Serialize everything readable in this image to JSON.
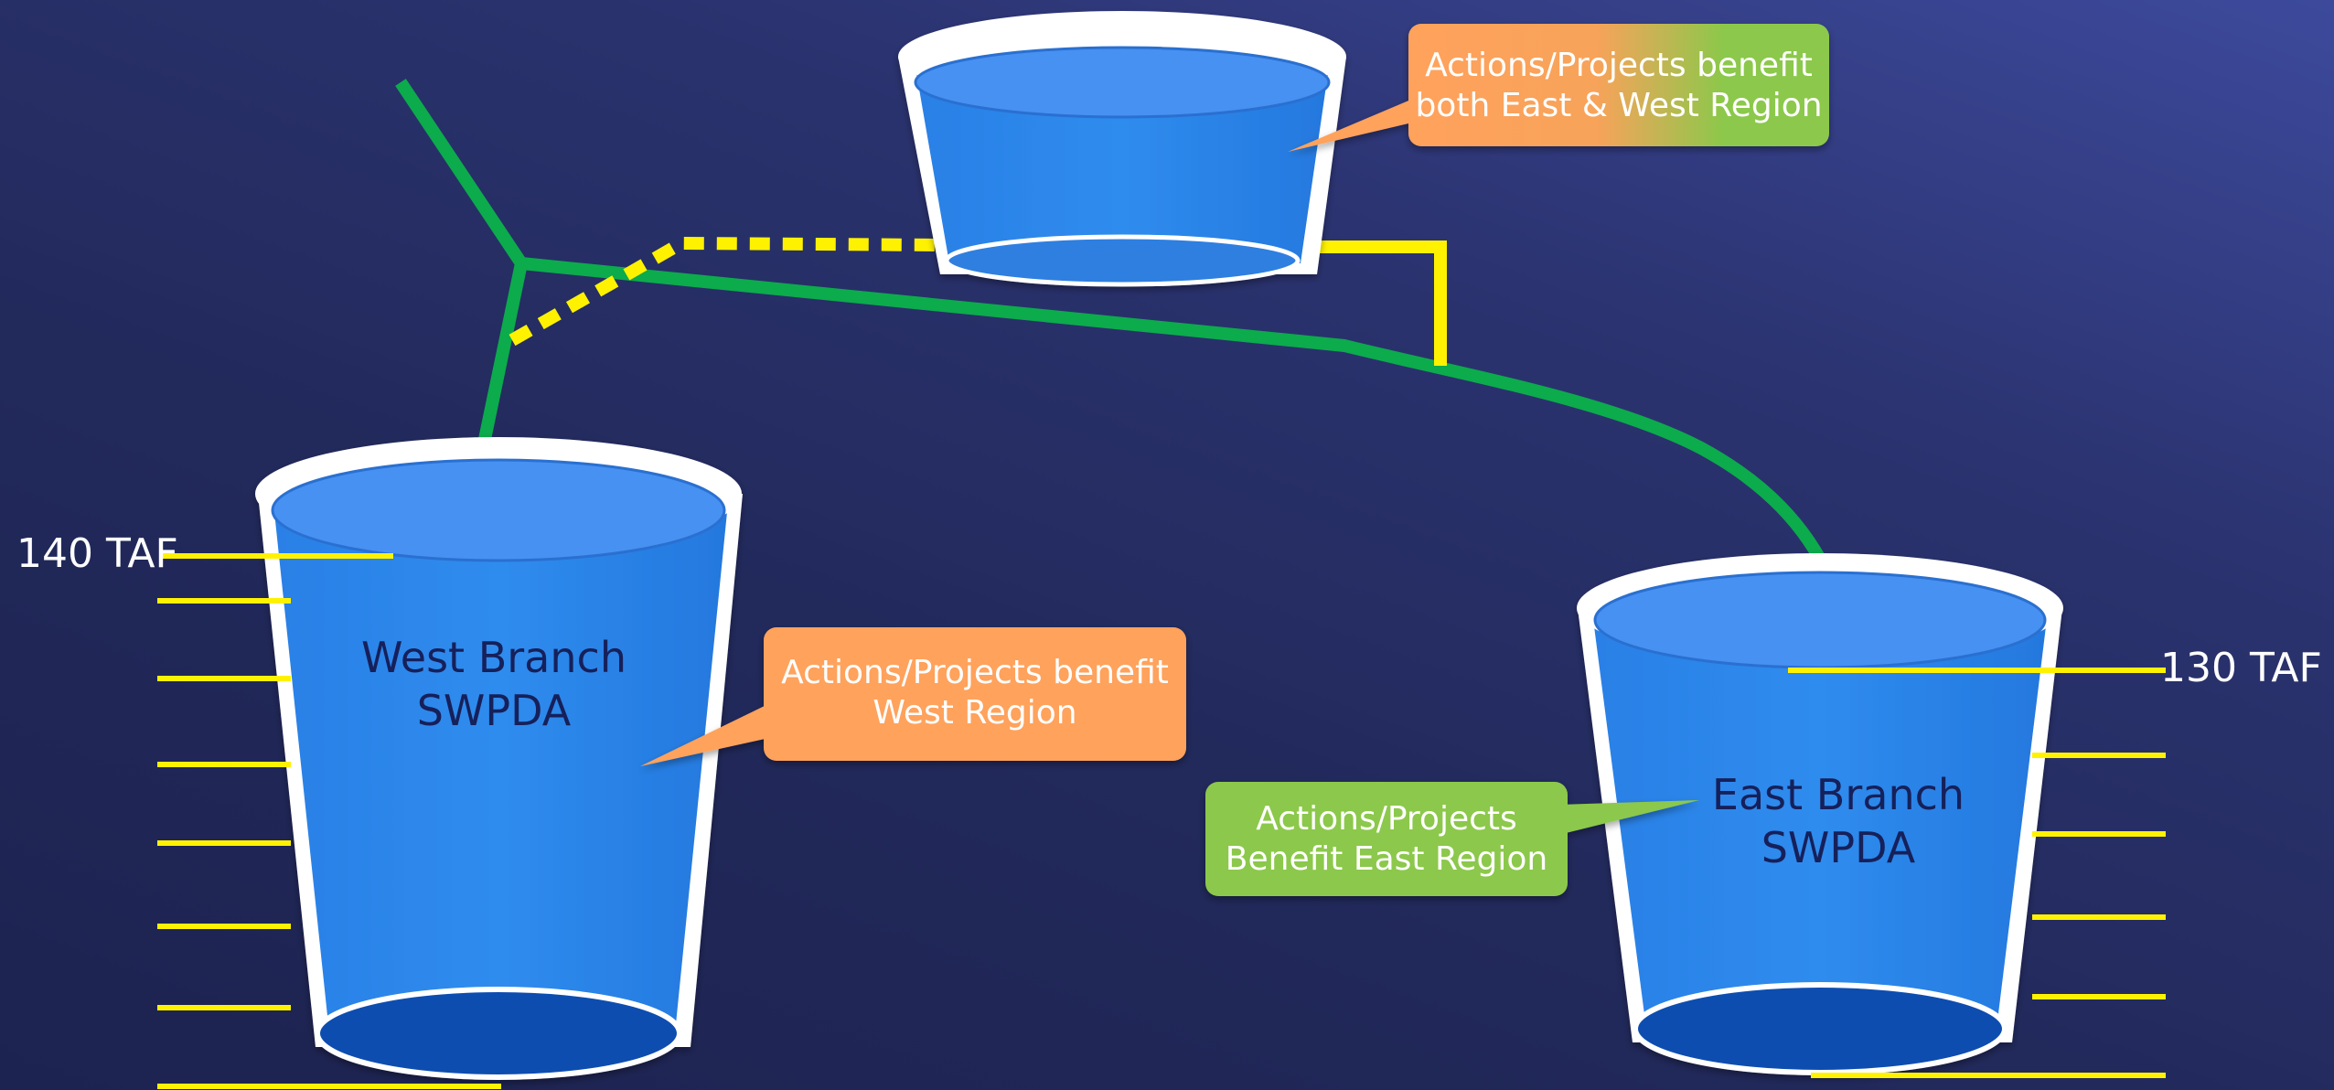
{
  "colors": {
    "background": "#252d63",
    "water": "#2b87e8",
    "water_top": "#4791f3",
    "bucket_rim": "#ffffff",
    "pipeline": "#0cab4c",
    "level_marker": "#fff200",
    "west_callout": "#ffa25b",
    "east_callout": "#8cc84b"
  },
  "buckets": {
    "west": {
      "label_line1": "West Branch",
      "label_line2": "SWPDA",
      "capacity": "140 TAF"
    },
    "east": {
      "label_line1": "East Branch",
      "label_line2": "SWPDA",
      "capacity": "130 TAF"
    },
    "shared": {
      "label": ""
    }
  },
  "callouts": {
    "shared": {
      "line1": "Actions/Projects benefit",
      "line2": "both East & West Region"
    },
    "west": {
      "line1": "Actions/Projects benefit",
      "line2": "West Region"
    },
    "east": {
      "line1": "Actions/Projects",
      "line2": "Benefit East Region"
    }
  }
}
